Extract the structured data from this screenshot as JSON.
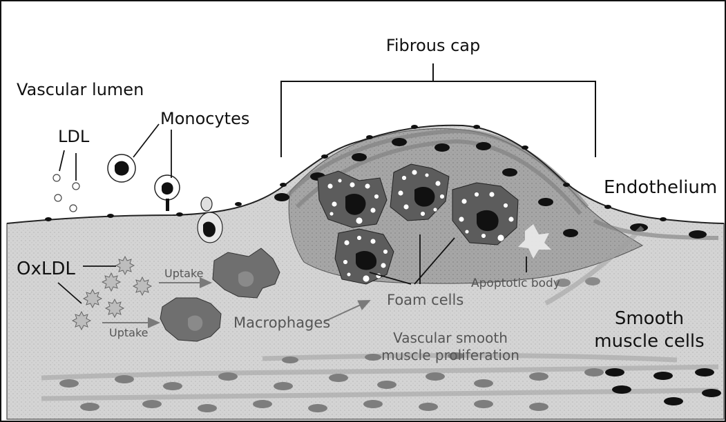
{
  "labels": {
    "fibrous_cap": "Fibrous cap",
    "vascular_lumen": "Vascular lumen",
    "monocytes": "Monocytes",
    "ldl": "LDL",
    "endothelium": "Endothelium",
    "oxldl": "OxLDL",
    "uptake_upper": "Uptake",
    "uptake_lower": "Uptake",
    "apoptotic_body": "Apoptotic body",
    "foam_cells": "Foam cells",
    "macrophages": "Macrophages",
    "smooth_muscle_line1": "Smooth",
    "smooth_muscle_line2": "muscle cells",
    "vsm_line1": "Vascular smooth",
    "vsm_line2": "muscle proliferation"
  },
  "colors": {
    "lumen": "#ffffff",
    "tissue": "#d6d6d6",
    "plaque": "#a9a9a9",
    "cell_dark": "#111111",
    "macrophage": "#6f6f6f",
    "smc": "#9a9a9a",
    "arrow_grey": "#7a7a7a"
  }
}
